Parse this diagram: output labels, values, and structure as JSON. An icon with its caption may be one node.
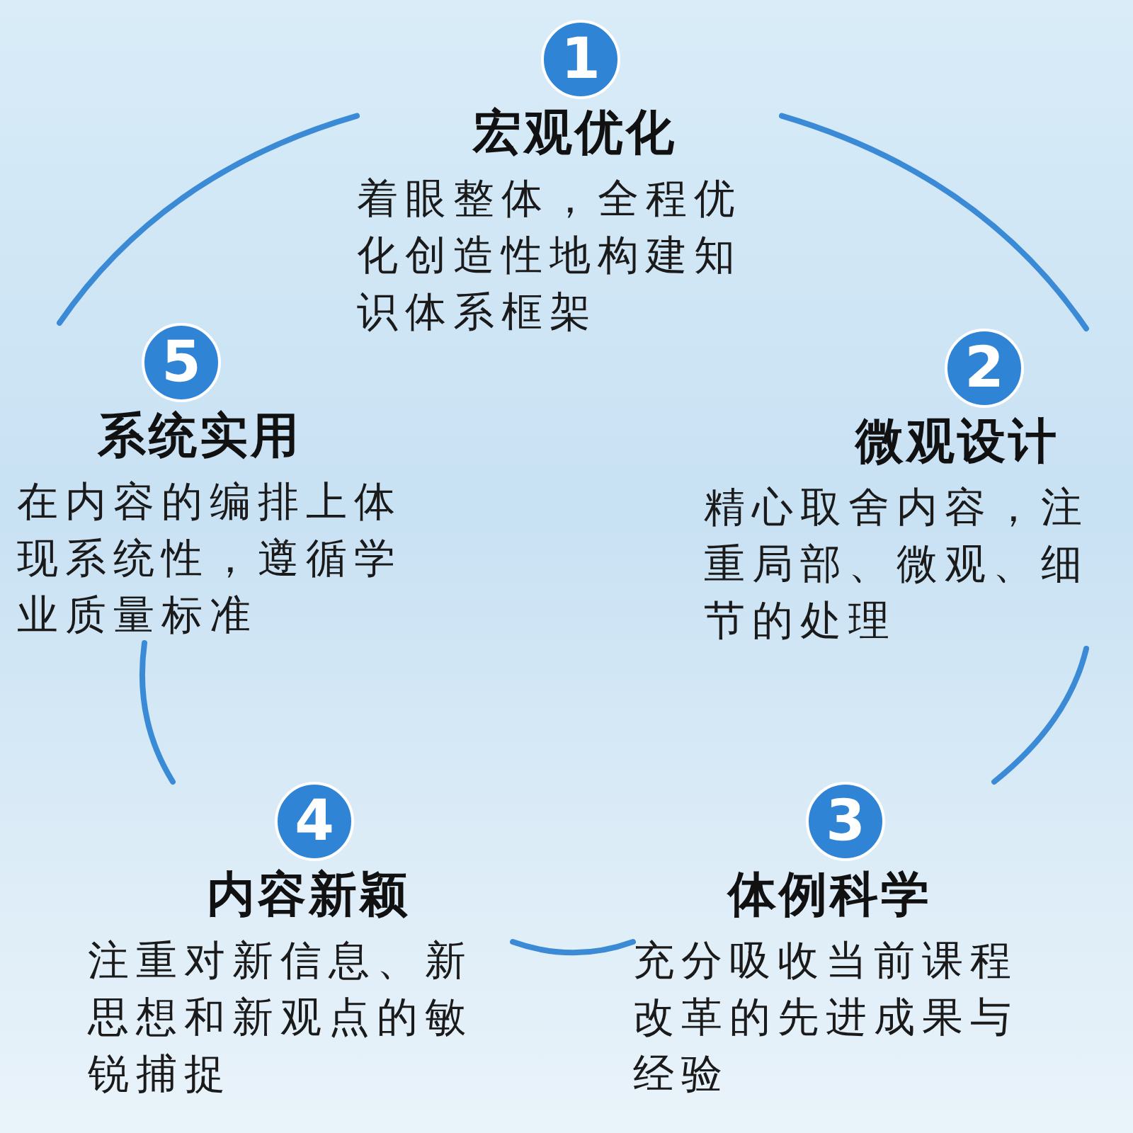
{
  "diagram": {
    "nodes": [
      {
        "text": [
          "1",
          "宏观优化",
          "着眼整体，全程优化创造性地构建知识体系框架"
        ]
      },
      {
        "text": [
          "2",
          "微观设计",
          "精心取舍内容，注重局部、微观、细节的处理"
        ]
      },
      {
        "text": [
          "3",
          "体例科学",
          "充分吸收当前课程改革的先进成果与经验"
        ]
      },
      {
        "text": [
          "4",
          "内容新颖",
          "注重对新信息、新思想和新观点的敏锐捕捉"
        ]
      },
      {
        "text": [
          "5",
          "系统实用",
          "在内容的编排上体现系统性，遵循学业质量标准"
        ]
      }
    ],
    "edges": [
      {
        "from": 0,
        "to": 1,
        "arrow": "none"
      },
      {
        "from": 1,
        "to": 2,
        "arrow": "none"
      },
      {
        "from": 2,
        "to": 3,
        "arrow": "none"
      },
      {
        "from": 3,
        "to": 4,
        "arrow": "none"
      },
      {
        "from": 4,
        "to": 0,
        "arrow": "none"
      }
    ]
  }
}
